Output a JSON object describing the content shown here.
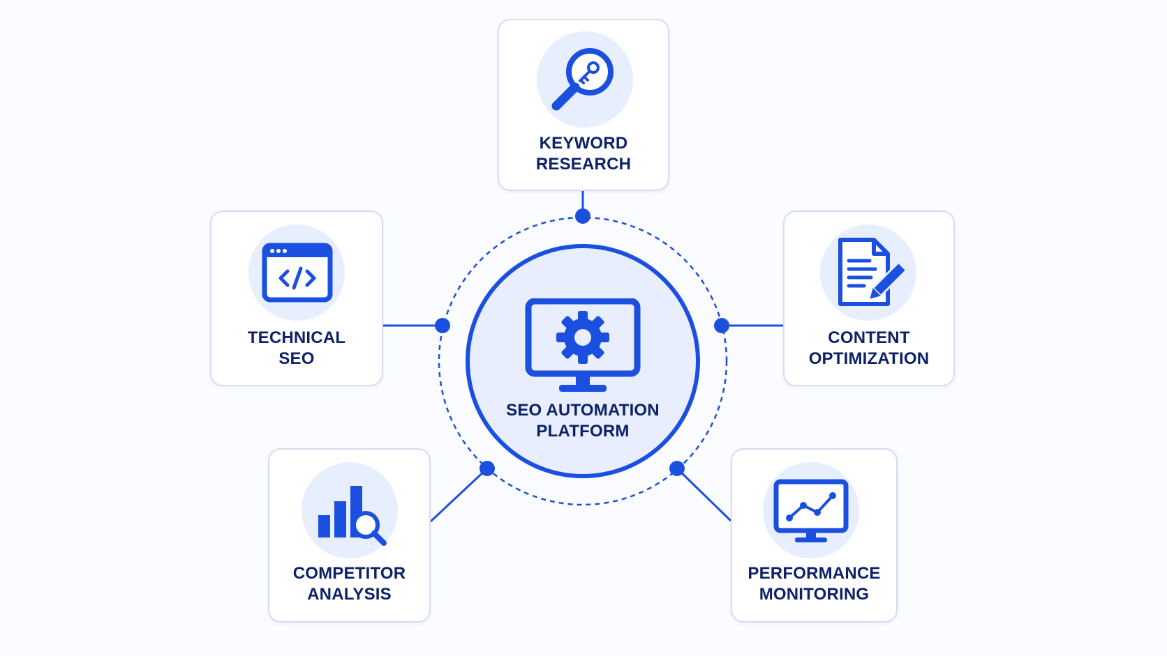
{
  "hub": {
    "title_line1": "SEO AUTOMATION",
    "title_line2": "PLATFORM",
    "icon": "monitor-gear-icon"
  },
  "modules": {
    "keyword_research": {
      "line1": "KEYWORD",
      "line2": "RESEARCH",
      "icon": "magnifier-key-icon"
    },
    "technical_seo": {
      "line1": "TECHNICAL",
      "line2": "SEO",
      "icon": "browser-code-icon"
    },
    "content_optimization": {
      "line1": "CONTENT",
      "line2": "OPTIMIZATION",
      "icon": "document-pencil-icon"
    },
    "competitor_analysis": {
      "line1": "COMPETITOR",
      "line2": "ANALYSIS",
      "icon": "bar-chart-magnifier-icon"
    },
    "performance_monitoring": {
      "line1": "PERFORMANCE",
      "line2": "MONITORING",
      "icon": "monitor-line-chart-icon"
    }
  },
  "colors": {
    "accent": "#1a4fe0",
    "label_text": "#0d2168",
    "icon_background": "#e7eefd",
    "card_border": "#d3dcf0",
    "page_background": "#fbfcff"
  }
}
